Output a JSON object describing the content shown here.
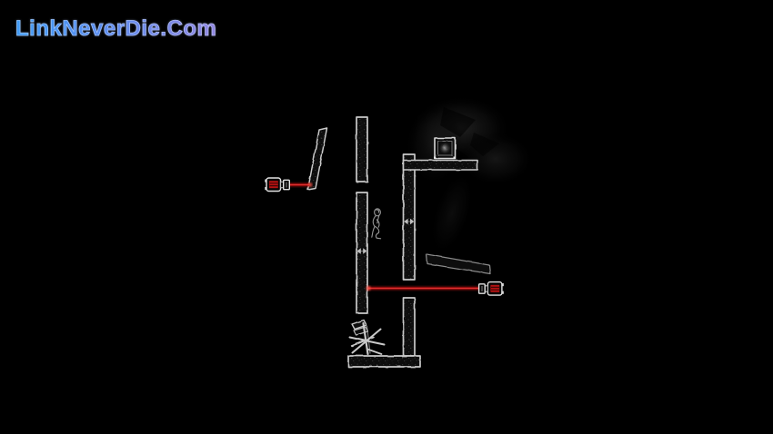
{
  "watermark": {
    "text": "LinkNeverDie.Com"
  },
  "scene": {
    "description": "Dark hand-drawn puzzle-platformer level: chalk-outlined walls and platforms on black, two red laser turrets firing horizontal beams, a glowing crate on a ledge, a crouching silhouette character, tilted planks and a scribbled debris pile on the floor",
    "colors": {
      "background": "#000000",
      "wall_outline": "#c9c9c9",
      "dim_outline": "#8a8a8a",
      "laser_outer": "#8e0d0d",
      "laser_core": "#e23232",
      "turret_core": "#b31212",
      "box_glow": "#9a9a9a",
      "character_stroke": "#a6a6a6",
      "logo_gradient_start": "#3f9bf5",
      "logo_gradient_end": "#9287e2"
    },
    "objects": [
      {
        "name": "wall-left-upper",
        "type": "wall"
      },
      {
        "name": "wall-left-lower",
        "type": "wall"
      },
      {
        "name": "wall-right-upper",
        "type": "wall"
      },
      {
        "name": "wall-right-lower",
        "type": "wall"
      },
      {
        "name": "ledge-platform",
        "type": "platform"
      },
      {
        "name": "crate-box",
        "type": "glowing-crate"
      },
      {
        "name": "slanted-bar-left",
        "type": "tilted-plank"
      },
      {
        "name": "slanted-platform-right",
        "type": "tilted-plank"
      },
      {
        "name": "floor-platform",
        "type": "floor"
      },
      {
        "name": "debris-scribble",
        "type": "debris-pile"
      },
      {
        "name": "player-character",
        "type": "character",
        "pose": "crouching"
      },
      {
        "name": "laser-turret-left",
        "type": "laser-emitter",
        "facing": "right"
      },
      {
        "name": "laser-turret-right",
        "type": "laser-emitter",
        "facing": "left"
      },
      {
        "name": "wall-pin-left",
        "type": "pin-marker"
      },
      {
        "name": "wall-pin-right",
        "type": "pin-marker"
      },
      {
        "name": "background-smoke",
        "type": "ambient-smoke"
      }
    ]
  }
}
